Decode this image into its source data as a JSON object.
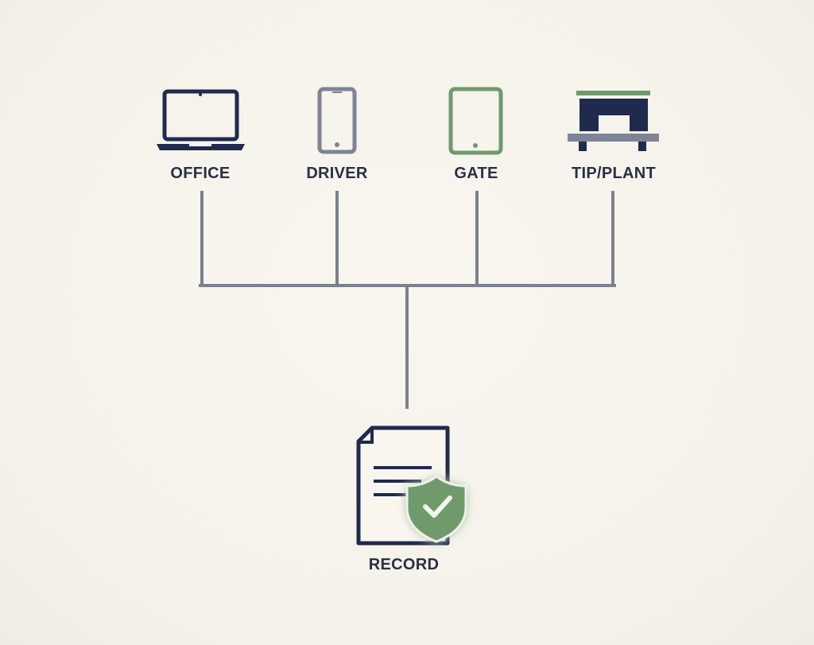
{
  "nodes": {
    "office": {
      "label": "OFFICE"
    },
    "driver": {
      "label": "DRIVER"
    },
    "gate": {
      "label": "GATE"
    },
    "tip_plant": {
      "label": "TIP/PLANT"
    },
    "record": {
      "label": "RECORD"
    }
  },
  "colors": {
    "navy": "#1f2a4d",
    "slate": "#7d8497",
    "green": "#6f9a6c",
    "connector": "#7b808d",
    "background": "#f6f4ec"
  },
  "icons": {
    "office": "laptop-icon",
    "driver": "smartphone-icon",
    "gate": "tablet-icon",
    "tip_plant": "weighbridge-icon",
    "record": "document-shield-icon"
  }
}
